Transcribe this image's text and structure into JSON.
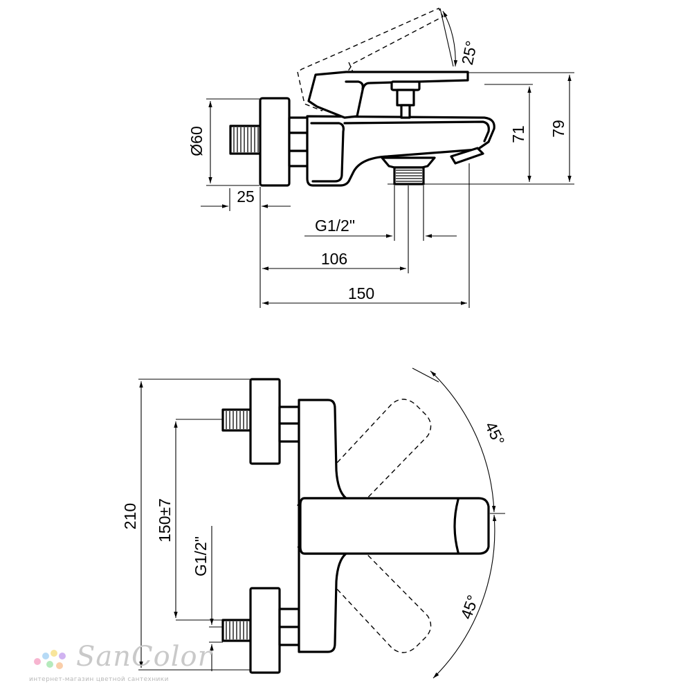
{
  "side_view": {
    "dim_lever_angle": "25°",
    "dim_diameter": "Ø60",
    "dim_71": "71",
    "dim_79": "79",
    "dim_25": "25",
    "dim_thread": "G1/2\"",
    "dim_106": "106",
    "dim_150": "150"
  },
  "front_view": {
    "dim_210": "210",
    "dim_150_tol": "150±7",
    "dim_thread": "G1/2\"",
    "dim_45_top": "45°",
    "dim_45_bottom": "45°"
  },
  "watermark": {
    "brand": "SanColor",
    "subtitle": "интернет-магазин цветной сантехники",
    "dot_colors": [
      "#f6a8c8",
      "#a9d3f5",
      "#f7e08a",
      "#c8a6ef",
      "#a8e6b0",
      "#f9c59a"
    ]
  },
  "colors": {
    "line": "#000000",
    "background": "#ffffff",
    "watermark": "#c9c9c9"
  }
}
